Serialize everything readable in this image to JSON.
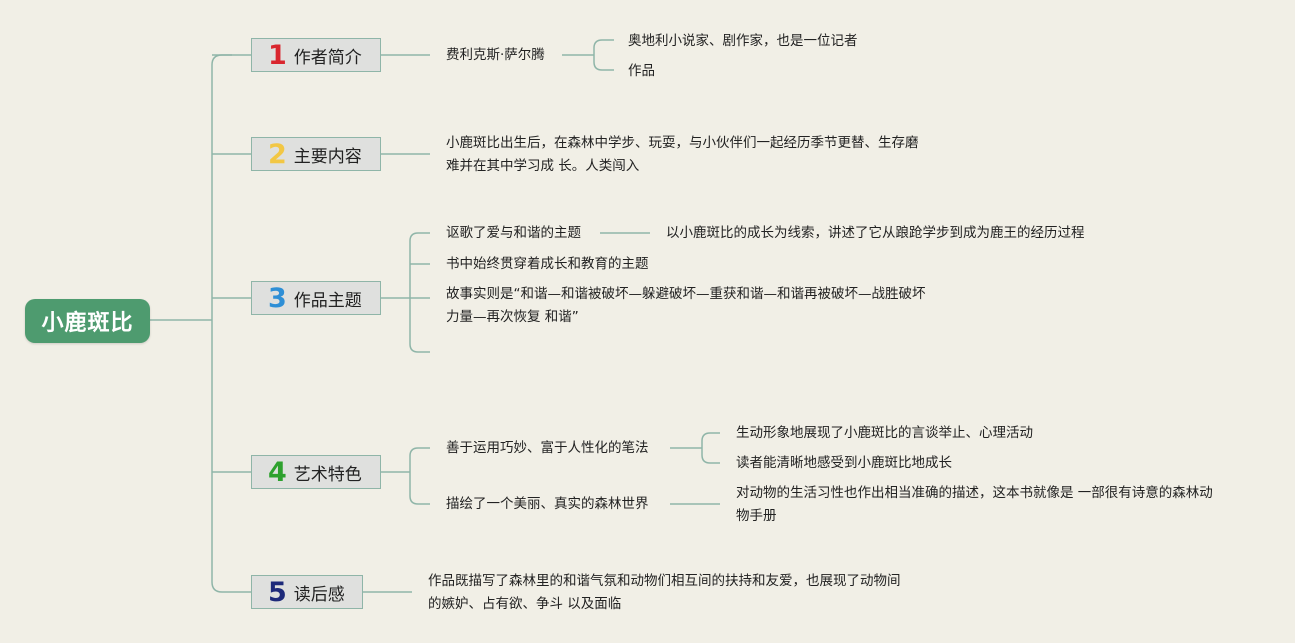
{
  "root": {
    "label": "小鹿斑比"
  },
  "colors": {
    "root_fill": "#4e9b6f",
    "connector": "#8fb5a8",
    "num1": "#d9262e",
    "num2": "#f2c744",
    "num3": "#2e8fd6",
    "num4": "#2ea12e",
    "num5": "#1e2a7a"
  },
  "branches": [
    {
      "num": "1",
      "label": "作者简介",
      "children": [
        {
          "label": "费利克斯·萨尔腾",
          "children": [
            {
              "label": "奥地利小说家、剧作家，也是一位记者"
            },
            {
              "label": "作品"
            }
          ]
        }
      ]
    },
    {
      "num": "2",
      "label": "主要内容",
      "children": [
        {
          "lines": [
            "小鹿斑比出生后，在森林中学步、玩耍，与小伙伴们一起经历季节更替、生存磨",
            "难并在其中学习成 长。人类闯入"
          ]
        }
      ]
    },
    {
      "num": "3",
      "label": "作品主题",
      "children": [
        {
          "label": "讴歌了爱与和谐的主题",
          "children": [
            {
              "label": "以小鹿斑比的成长为线索，讲述了它从踉跄学步到成为鹿王的经历过程"
            }
          ]
        },
        {
          "label": "书中始终贯穿着成长和教育的主题"
        },
        {
          "lines": [
            "故事实则是“和谐—和谐被破坏—躲避破坏—重获和谐—和谐再被破坏—战胜破坏",
            "力量—再次恢复 和谐”"
          ]
        }
      ]
    },
    {
      "num": "4",
      "label": "艺术特色",
      "children": [
        {
          "label": "善于运用巧妙、富于人性化的笔法",
          "children": [
            {
              "label": "生动形象地展现了小鹿斑比的言谈举止、心理活动"
            },
            {
              "label": "读者能清晰地感受到小鹿斑比地成长"
            }
          ]
        },
        {
          "label": "描绘了一个美丽、真实的森林世界",
          "children": [
            {
              "lines": [
                "对动物的生活习性也作出相当准确的描述，这本书就像是 一部很有诗意的森林动",
                "物手册"
              ]
            }
          ]
        }
      ]
    },
    {
      "num": "5",
      "label": "读后感",
      "children": [
        {
          "lines": [
            "作品既描写了森林里的和谐气氛和动物们相互间的扶持和友爱，也展现了动物间",
            "的嫉妒、占有欲、争斗 以及面临"
          ]
        }
      ]
    }
  ]
}
